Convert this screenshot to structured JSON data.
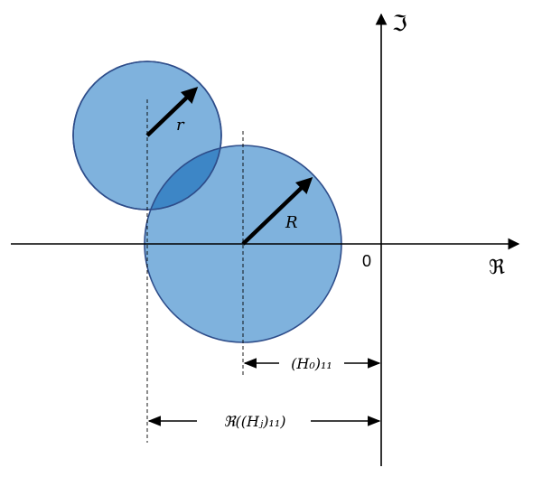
{
  "axes": {
    "imag_label": "ℑ",
    "real_label": "ℜ",
    "origin_label": "0"
  },
  "circles": {
    "small_radius_label": "r",
    "large_radius_label": "R"
  },
  "dimensions": {
    "h0_label": "(H₀)₁₁",
    "hj_label": "ℜ((Hⱼ)₁₁)"
  },
  "colors": {
    "circle_fill": "#7fb2dd",
    "circle_stroke": "#2e4d8a",
    "overlap_fill": "#3d86c6",
    "axis": "#000000"
  }
}
